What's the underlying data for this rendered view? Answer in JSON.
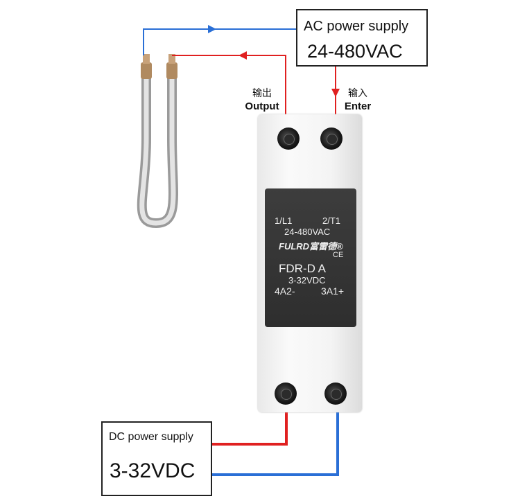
{
  "ac_supply": {
    "title": "AC power supply",
    "range": "24-480VAC"
  },
  "dc_supply": {
    "title": "DC power supply",
    "range": "3-32VDC"
  },
  "terminals": {
    "output_cn": "输出",
    "output_en": "Output",
    "enter_cn": "输入",
    "enter_en": "Enter"
  },
  "relay": {
    "label_l1": "1/L1",
    "label_t1": "2/T1",
    "ac_range": "24-480VAC",
    "brand": "FULRD富雷德®",
    "ce": "CE",
    "model": "FDR-D  A",
    "dc_range": "3-32VDC",
    "label_a2": "4A2-",
    "label_a1": "3A1+"
  },
  "colors": {
    "wire_blue": "#2a6fd6",
    "wire_red": "#e02020",
    "relay_face": "#333333",
    "relay_shell": "#f2f2f2"
  }
}
